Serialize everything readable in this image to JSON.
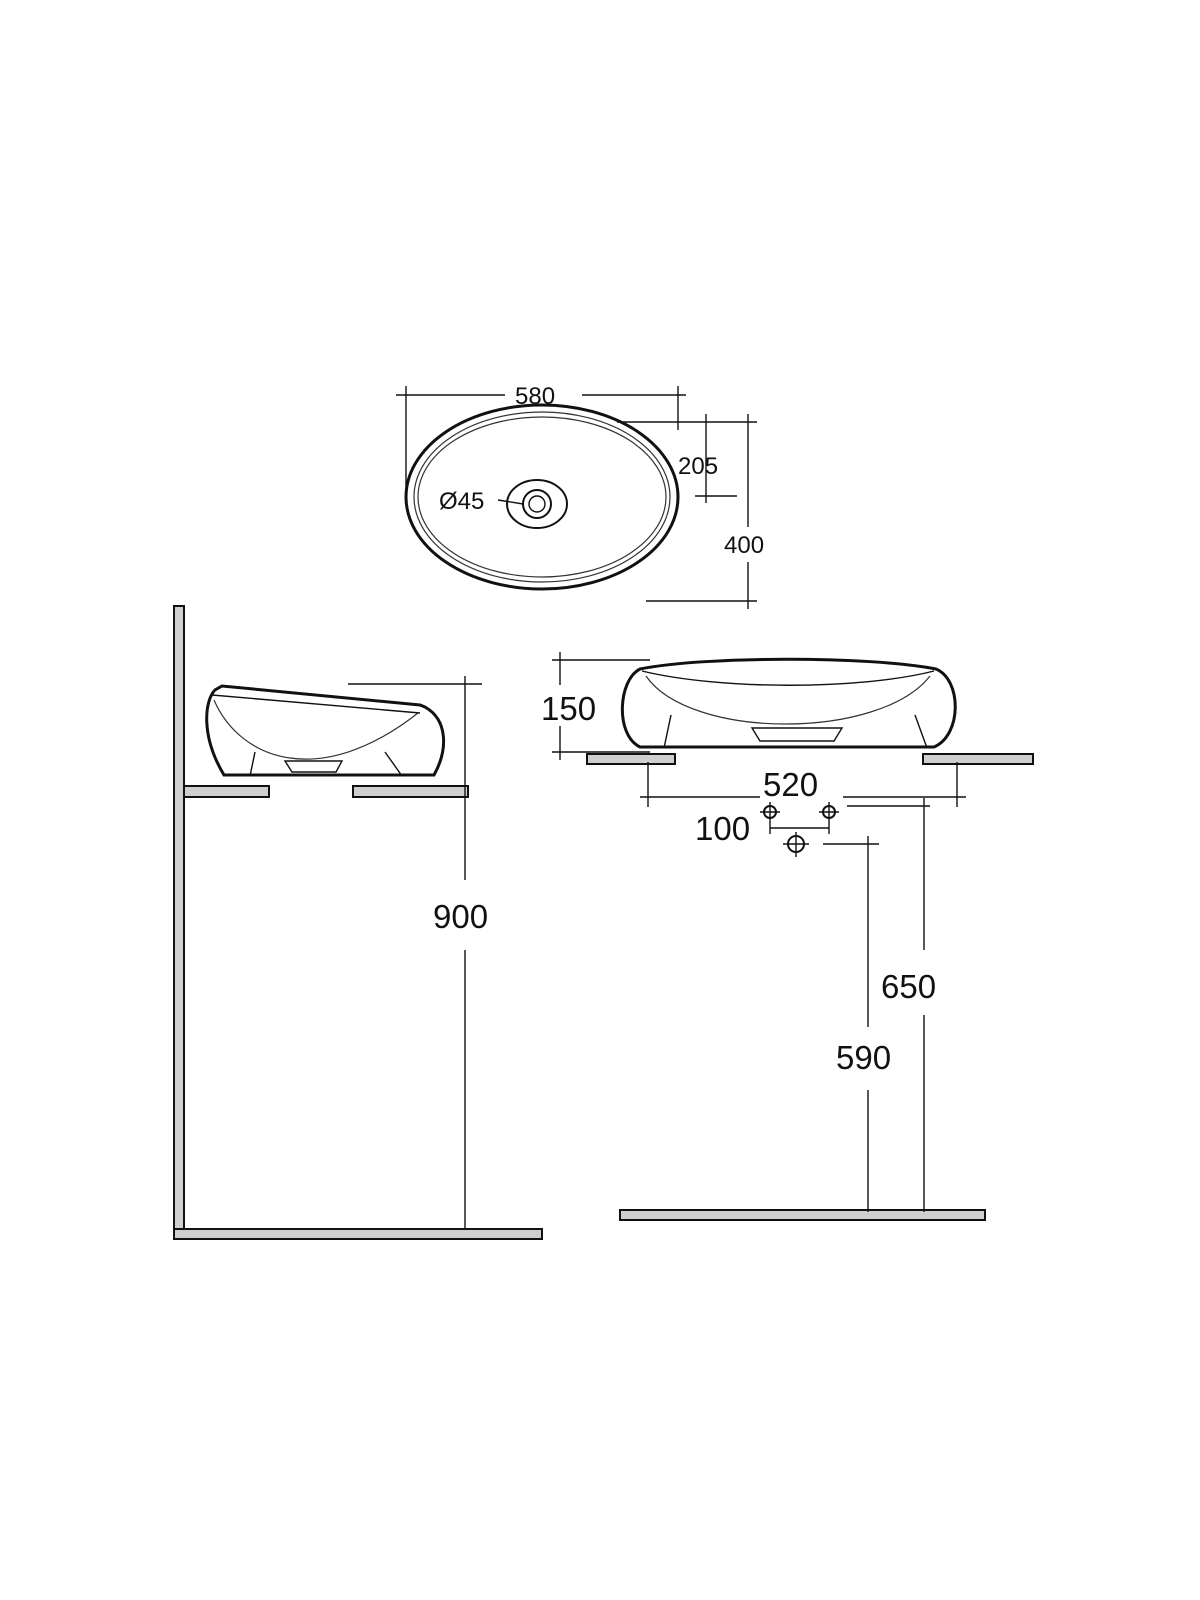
{
  "top_view": {
    "width_label": "580",
    "offset_label": "205",
    "depth_label": "400",
    "waste_label": "Ø45"
  },
  "side_view": {
    "height_label": "900"
  },
  "front_view": {
    "bowl_height_label": "150",
    "support_spacing_label": "520",
    "tap_spacing_label": "100",
    "tap_height_label": "650",
    "waste_height_label": "590"
  }
}
